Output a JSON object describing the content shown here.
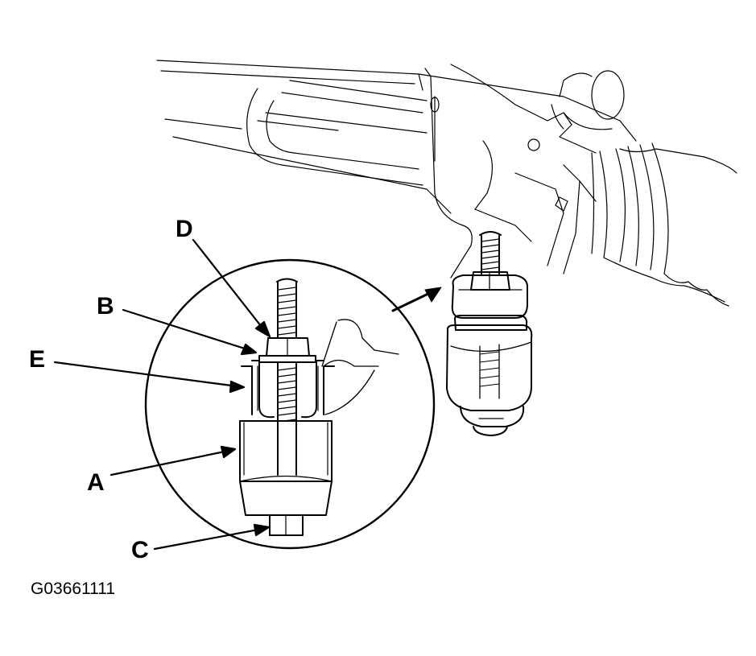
{
  "callouts": {
    "a": "A",
    "b": "B",
    "c": "C",
    "d": "D",
    "e": "E"
  },
  "figure_code": "G03661111",
  "colors": {
    "ink": "#000000",
    "paper": "#ffffff"
  }
}
